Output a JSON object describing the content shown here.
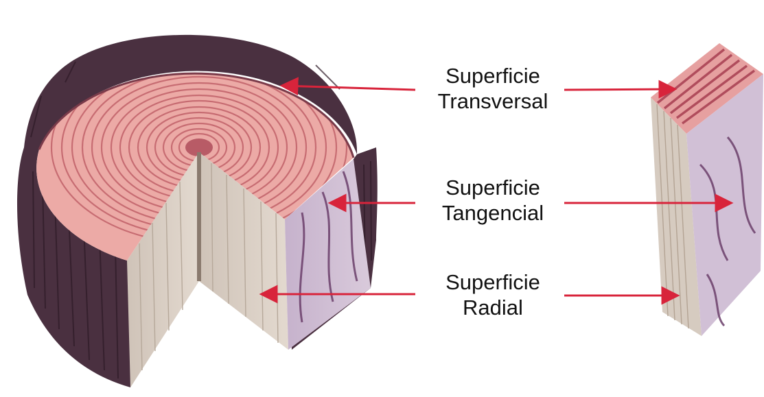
{
  "labels": {
    "transversal": {
      "line1": "Superficie",
      "line2": "Transversal"
    },
    "tangencial": {
      "line1": "Superficie",
      "line2": "Tangencial"
    },
    "radial": {
      "line1": "Superficie",
      "line2": "Radial"
    }
  },
  "colors": {
    "arrow": "#d8243b",
    "bark": "#4a3040",
    "transverse_face": "#ecaaa6",
    "ring": "#c76c72",
    "pith": "#b85b66",
    "radial_face": "#d8ccc2",
    "tangential_face": "#cdbbd2",
    "grain": "#6b3f6b"
  }
}
